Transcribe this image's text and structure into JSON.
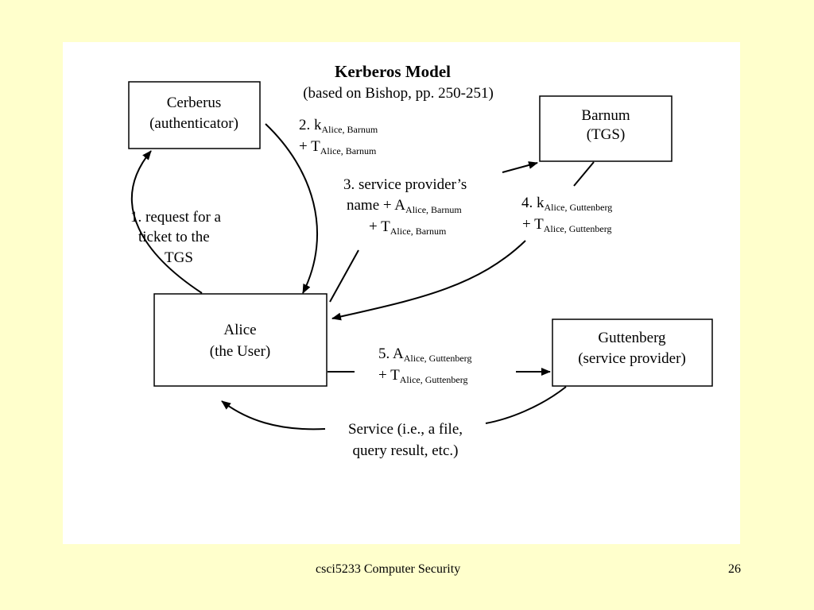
{
  "diagram": {
    "title": "Kerberos Model",
    "subtitle": "(based on Bishop, pp. 250-251)",
    "nodes": {
      "cerberus": {
        "line1": "Cerberus",
        "line2": "(authenticator)"
      },
      "barnum": {
        "line1": "Barnum",
        "line2": "(TGS)"
      },
      "alice": {
        "line1": "Alice",
        "line2": "(the User)"
      },
      "guttenberg": {
        "line1": "Guttenberg",
        "line2": "(service provider)"
      }
    },
    "steps": {
      "step1": {
        "line1": "1. request for a",
        "line2": "ticket to the",
        "line3": "TGS"
      },
      "step2": {
        "l1_main": "2. k",
        "l1_sub": "Alice, Barnum",
        "l2_main": "+ T",
        "l2_sub": "Alice, Barnum"
      },
      "step3": {
        "line1": "3. service provider’s",
        "l2_main": "name + A",
        "l2_sub": "Alice, Barnum",
        "l3_main": "+ T",
        "l3_sub": "Alice, Barnum"
      },
      "step4": {
        "l1_main": "4. k",
        "l1_sub": "Alice, Guttenberg",
        "l2_main": "+ T",
        "l2_sub": "Alice, Guttenberg"
      },
      "step5": {
        "l1_main": "5. A",
        "l1_sub": "Alice, Guttenberg",
        "l2_main": "+ T",
        "l2_sub": "Alice, Guttenberg"
      },
      "service": {
        "line1": "Service (i.e., a file,",
        "line2": "query result, etc.)"
      }
    }
  },
  "footer": {
    "course": "csci5233 Computer Security",
    "page": "26"
  }
}
